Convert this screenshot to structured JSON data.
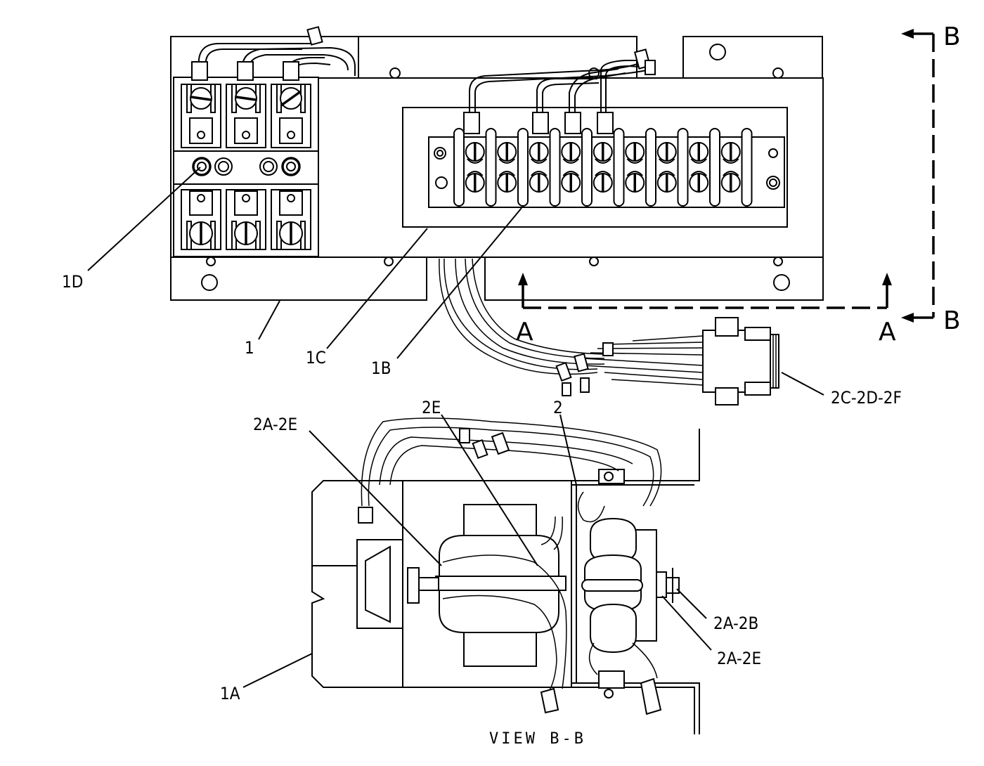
{
  "callouts": {
    "l_1": "1",
    "l_1a": "1A",
    "l_1b": "1B",
    "l_1c": "1C",
    "l_1d": "1D",
    "l_2": "2",
    "l_2e": "2E",
    "l_2a2e_top": "2A-2E",
    "l_2a2e_right": "2A-2E",
    "l_2a2b": "2A-2B",
    "l_2c2d2f": "2C-2D-2F"
  },
  "section_marks": {
    "a_left": "A",
    "a_right": "A",
    "b_top": "B",
    "b_bottom": "B"
  },
  "view_caption": "VIEW  B-B"
}
